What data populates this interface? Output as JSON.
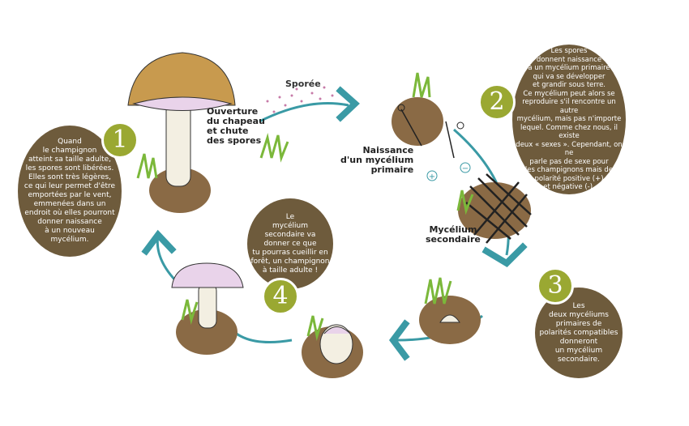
{
  "labels": {
    "spores": "Sporée",
    "opening": "Ouverture\ndu chapeau\net chute\ndes spores",
    "birth": "Naissance\nd'un mycélium\nprimaire",
    "secondary": "Mycélium\nsecondaire",
    "plus": "+",
    "minus": "−"
  },
  "steps": [
    {
      "number": "1",
      "text": "Quand\nle champignon\natteint sa taille adulte,\nles spores sont libérées.\nElles sont très légères,\nce qui leur permet d'être\nemportées par le vent,\nemmenées dans un\nendroit où elles pourront\ndonner naissance\nà un nouveau\nmycélium."
    },
    {
      "number": "2",
      "text": "Les spores\ndonnent naissance\nà un mycélium primaire\nqui va se développer\net grandir sous terre.\nCe mycélium peut alors se\nreproduire s'il rencontre un autre\nmycélium, mais pas n'importe\nlequel. Comme chez nous, il existe\ndeux « sexes ». Cependant, on ne\nparle pas de sexe pour\nles champignons mais de\npolarité positive (+)\net négative (-)."
    },
    {
      "number": "3",
      "text": "Les\ndeux mycéliums\nprimaires de\npolarités compatibles\ndonneront\nun mycélium\nsecondaire."
    },
    {
      "number": "4",
      "text": "Le\nmycélium\nsecondaire va\ndonner ce que\ntu pourras cueillir en\nforêt, un champignon\nà taille adulte !"
    }
  ],
  "colors": {
    "bubble": "#6e5b3c",
    "number": "#9aa832",
    "arrow": "#3a9aa5",
    "soil": "#8a6a45",
    "grass": "#7bb83a"
  }
}
